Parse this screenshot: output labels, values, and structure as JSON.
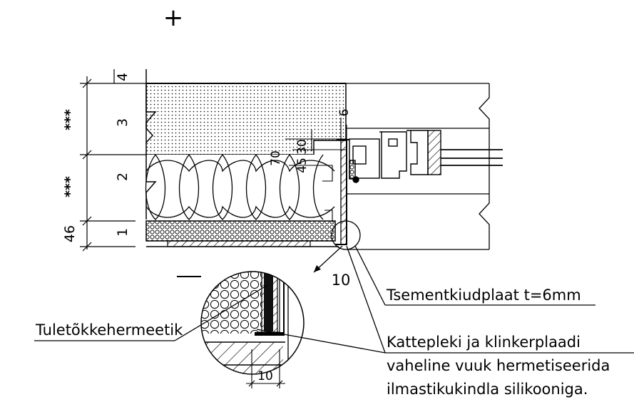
{
  "layer_labels": {
    "layer_1": "1",
    "layer_2": "2",
    "layer_3": "3",
    "layer_4": "4"
  },
  "dimensions": {
    "thickness_46": "46",
    "stars_upper": "***",
    "stars_lower": "***",
    "dim_6": "6",
    "dim_30": "30",
    "dim_45": "45",
    "dim_70": "70",
    "dim_10_main": "10",
    "dim_10_detail": "10"
  },
  "annotations": {
    "fibre_cement_board": "Tsementkiudplaat t=6mm",
    "fire_sealant": "Tuletõkkehermeetik",
    "joint_note_line1": "Katteplekі ja klinkerplaadi",
    "joint_note_line2": "vaheline vuuk hermetiseerida",
    "joint_note_line3": "ilmastikukindla silikooniga."
  },
  "symbols": {
    "plus_sign": "+",
    "minus_sign": "—"
  },
  "colors": {
    "line": "#000000",
    "background": "#ffffff"
  }
}
